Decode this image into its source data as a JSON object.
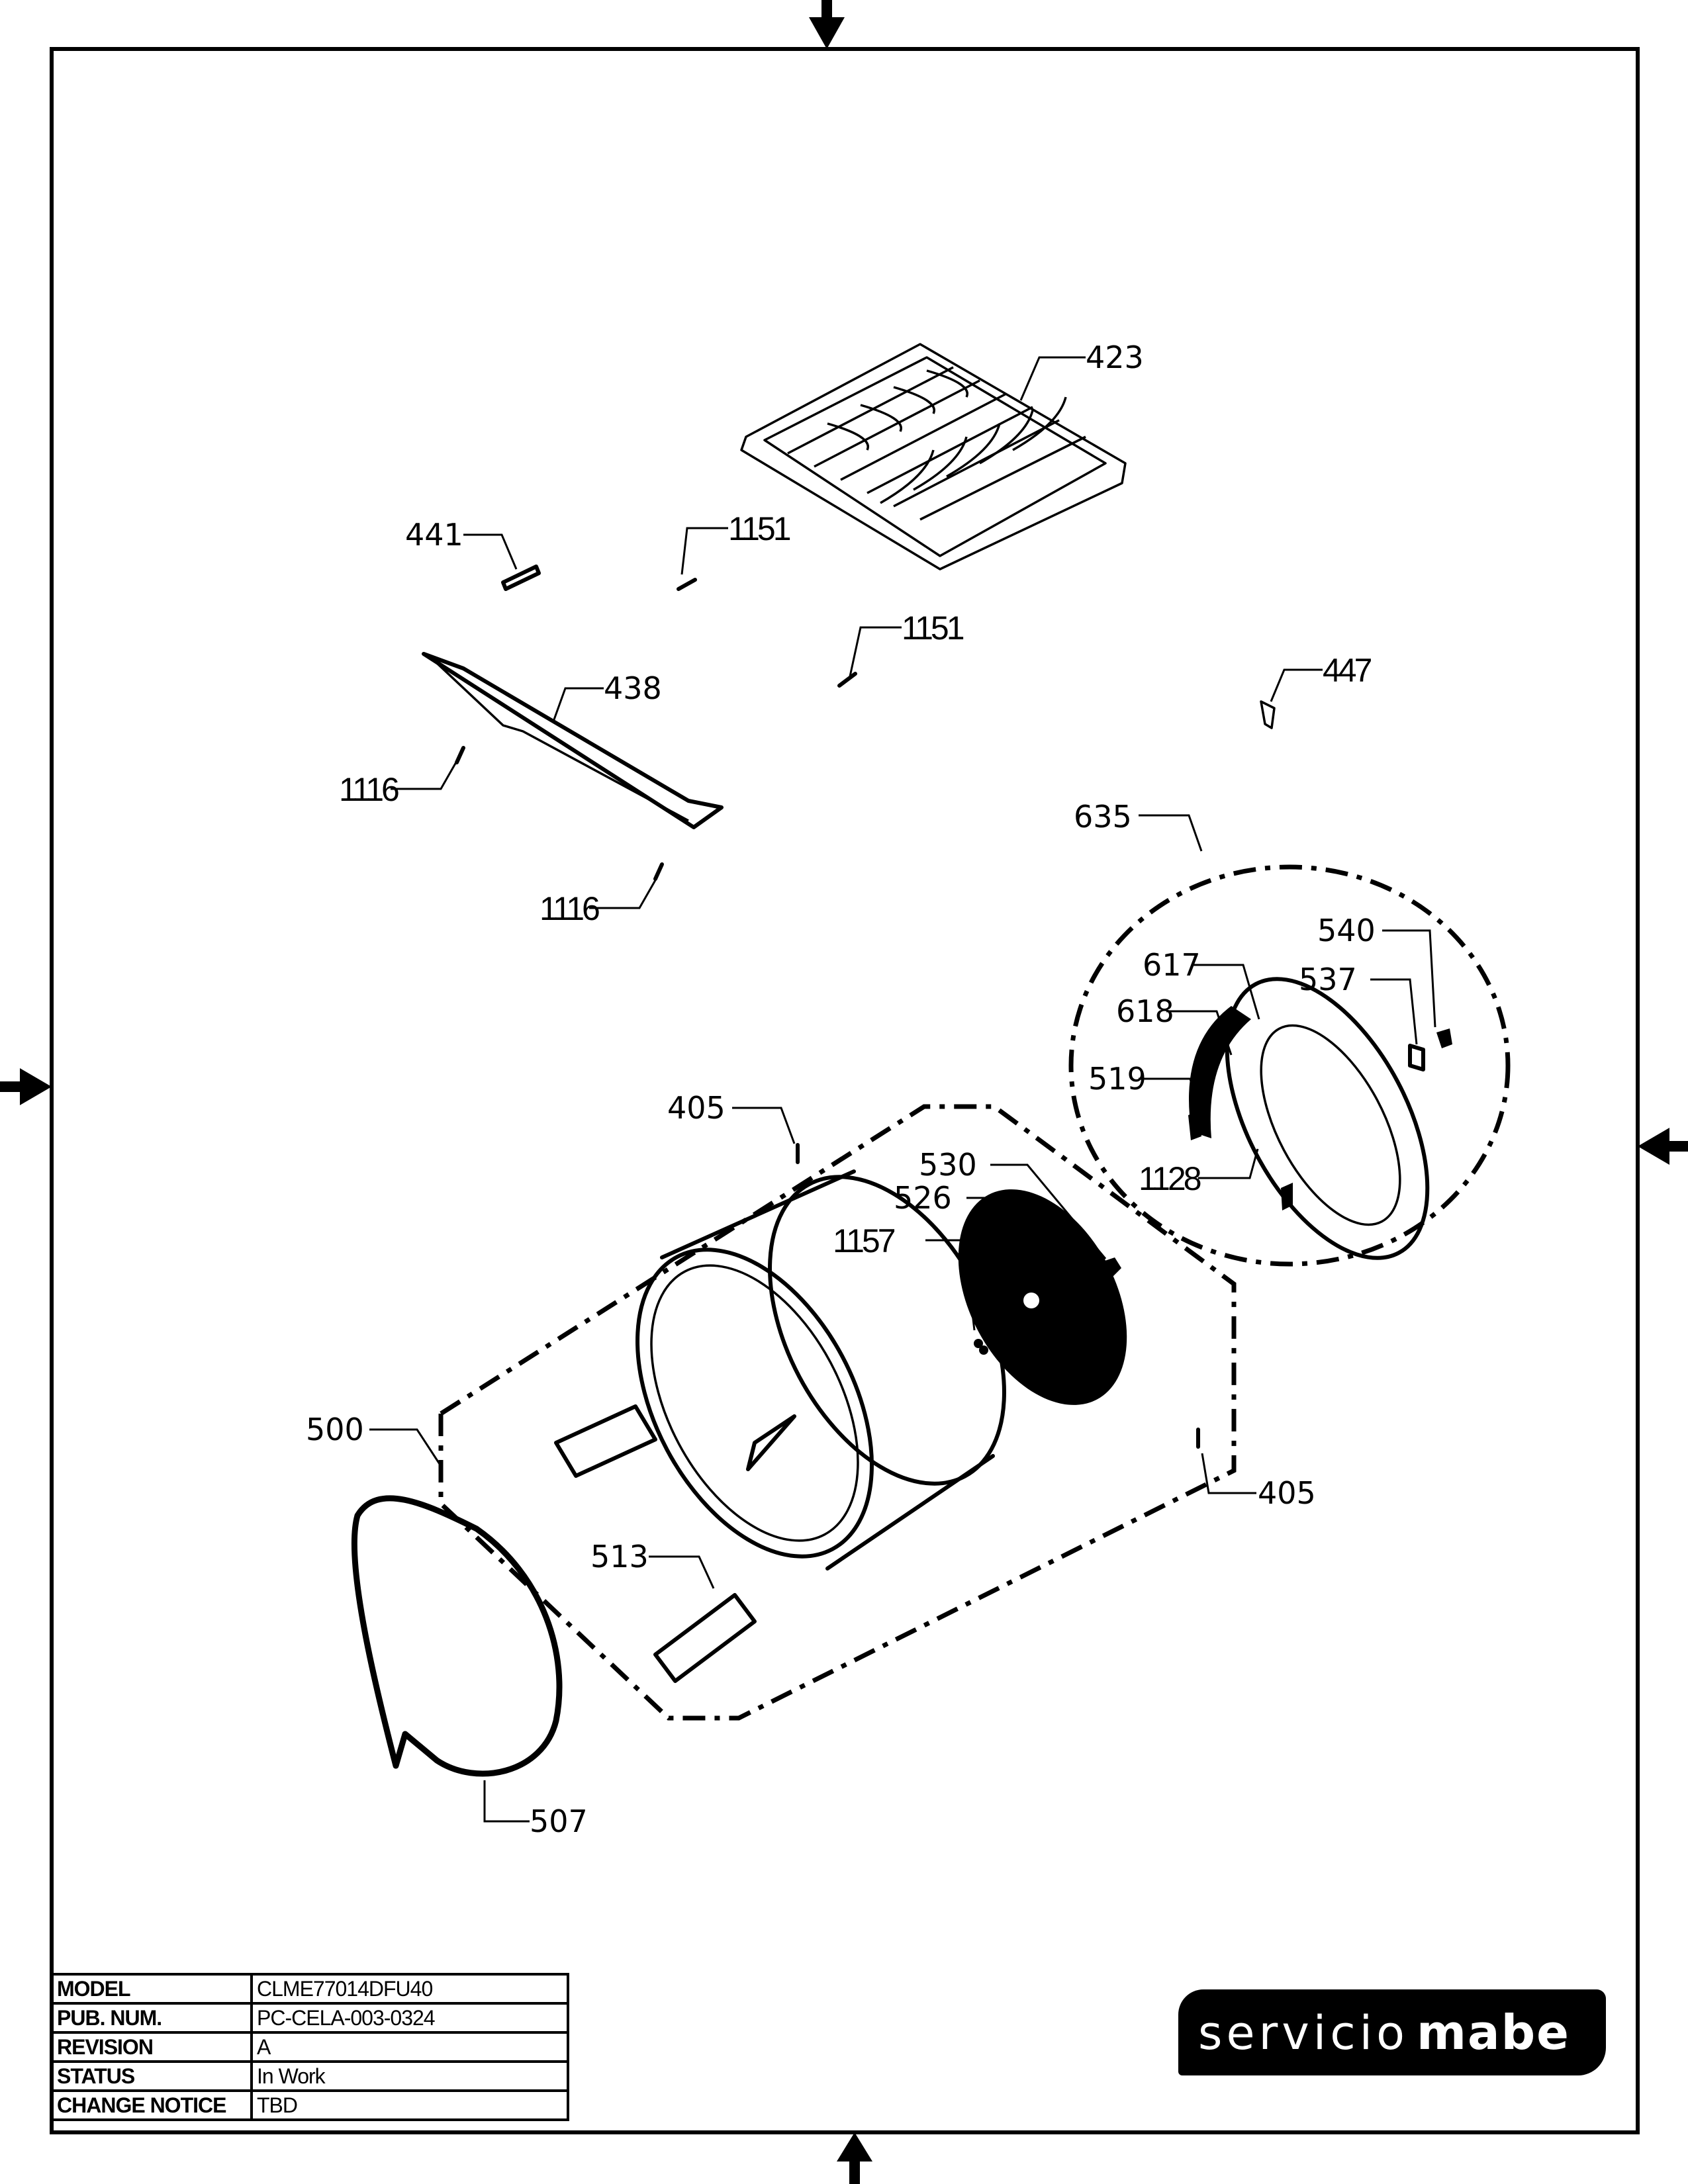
{
  "document": {
    "type": "exploded parts diagram",
    "brand_logo": {
      "light_text": "servicio",
      "bold_text": "mabe",
      "background": "#000000",
      "text_color": "#ffffff"
    }
  },
  "title_block": {
    "rows": [
      {
        "key": "MODEL",
        "value": "CLME77014DFU40"
      },
      {
        "key": "PUB. NUM.",
        "value": "PC-CELA-003-0324"
      },
      {
        "key": "REVISION",
        "value": "A"
      },
      {
        "key": "STATUS",
        "value": "In Work"
      },
      {
        "key": "CHANGE NOTICE",
        "value": "TBD"
      }
    ]
  },
  "callouts": [
    {
      "id": "c423",
      "label": "423",
      "part": "lint-screen-tray"
    },
    {
      "id": "c441",
      "label": "441",
      "part": "bracket"
    },
    {
      "id": "c1151a",
      "label": "1151",
      "part": "pin"
    },
    {
      "id": "c1151b",
      "label": "1151",
      "part": "pin"
    },
    {
      "id": "c447",
      "label": "447",
      "part": "clip"
    },
    {
      "id": "c438",
      "label": "438",
      "part": "gasket-strip"
    },
    {
      "id": "c1116a",
      "label": "1116",
      "part": "screw"
    },
    {
      "id": "c1116b",
      "label": "1116",
      "part": "screw"
    },
    {
      "id": "c635",
      "label": "635",
      "part": "rear-bearing-assembly-group"
    },
    {
      "id": "c540",
      "label": "540",
      "part": "cap"
    },
    {
      "id": "c537",
      "label": "537",
      "part": "bracket"
    },
    {
      "id": "c617",
      "label": "617",
      "part": "rear-bulkhead"
    },
    {
      "id": "c618",
      "label": "618",
      "part": "felt-seal"
    },
    {
      "id": "c519",
      "label": "519",
      "part": "clip"
    },
    {
      "id": "c1128",
      "label": "1128",
      "part": "screw"
    },
    {
      "id": "c405a",
      "label": "405",
      "part": "screw"
    },
    {
      "id": "c405b",
      "label": "405",
      "part": "screw"
    },
    {
      "id": "c530",
      "label": "530",
      "part": "bearing"
    },
    {
      "id": "c526",
      "label": "526",
      "part": "rear-drum-plate"
    },
    {
      "id": "c1157",
      "label": "1157",
      "part": "screw"
    },
    {
      "id": "c500",
      "label": "500",
      "part": "drum-assembly-group"
    },
    {
      "id": "c513",
      "label": "513",
      "part": "baffle"
    },
    {
      "id": "c507",
      "label": "507",
      "part": "drive-belt"
    }
  ]
}
